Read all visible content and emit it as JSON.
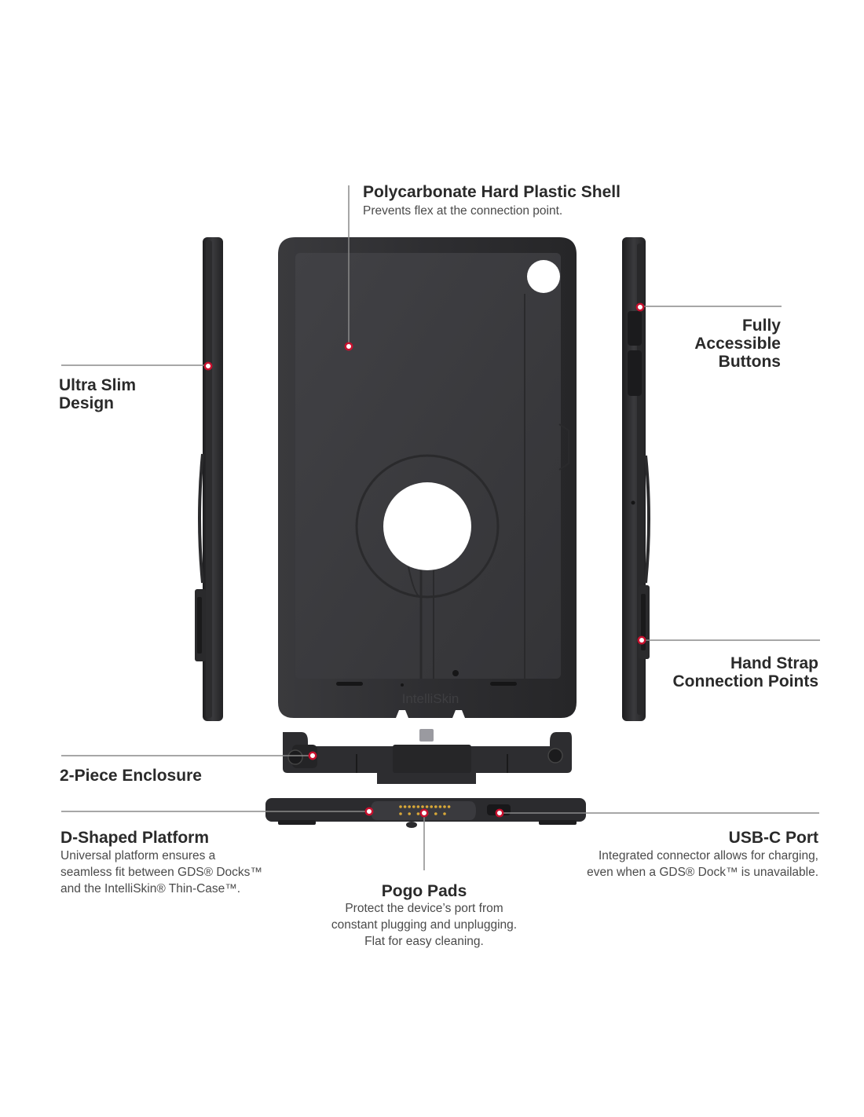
{
  "callouts": {
    "shell": {
      "title": "Polycarbonate Hard Plastic Shell",
      "desc": "Prevents flex at the connection point."
    },
    "slim": {
      "title": "Ultra Slim\nDesign"
    },
    "buttons": {
      "title": "Fully\nAccessible\nButtons"
    },
    "strap": {
      "title": "Hand Strap\nConnection Points"
    },
    "enclosure": {
      "title": "2-Piece Enclosure"
    },
    "platform": {
      "title": "D-Shaped Platform",
      "desc": "Universal platform ensures a\nseamless fit between GDS® Docks™\nand the IntelliSkin® Thin-Case™."
    },
    "usbc": {
      "title": "USB-C Port",
      "desc": "Integrated connector allows for charging,\neven when a GDS® Dock™ is unavailable."
    },
    "pogo": {
      "title": "Pogo Pads",
      "desc": "Protect the device’s port from\nconstant plugging and unplugging.\nFlat for easy cleaning."
    }
  },
  "case_brand": "IntelliSkin",
  "colors": {
    "case": "#2b2b2d",
    "case_inner": "#3b3b3e",
    "line": "#8a8a8a",
    "marker": "#c8102e",
    "pogo_pin": "#d8a838"
  }
}
